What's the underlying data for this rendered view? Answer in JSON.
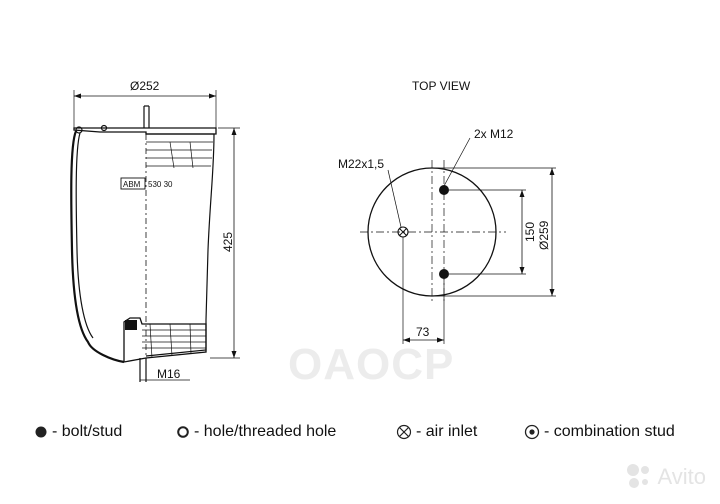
{
  "top_view_title": "TOP VIEW",
  "dimensions": {
    "diameter_top": "Ø252",
    "height": "425",
    "bottom_thread": "M16",
    "part_label_box": "ABM",
    "part_number": "530 30",
    "bolt_thread": "2x M12",
    "air_inlet_thread": "M22x1,5",
    "bolt_spacing": "150",
    "plate_diameter": "Ø259",
    "inlet_offset": "73"
  },
  "legend": [
    {
      "symbol": "filled-dot-icon",
      "label": "- bolt/stud"
    },
    {
      "symbol": "open-circle-icon",
      "label": "- hole/threaded hole"
    },
    {
      "symbol": "crossed-circle-icon",
      "label": "- air inlet"
    },
    {
      "symbol": "dotted-circle-icon",
      "label": "- combination stud"
    }
  ],
  "watermark_brand": "OAOCP",
  "watermark_site": "Avito",
  "colors": {
    "line": "#111111",
    "watermark": "#e6e6e6"
  }
}
